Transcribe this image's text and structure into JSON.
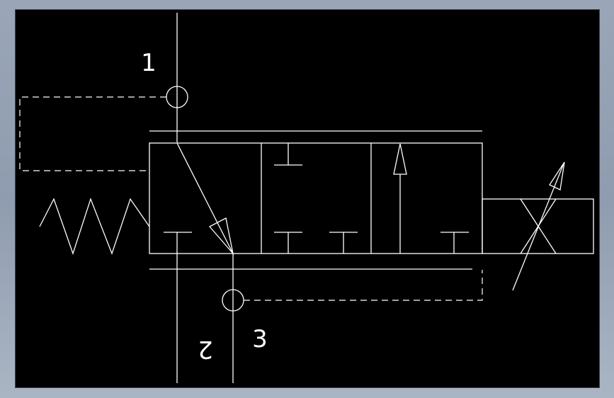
{
  "colors": {
    "background": "#000000",
    "line": "#ffffff",
    "frame": "#95a1b3"
  },
  "ports": [
    {
      "id": "1",
      "label": "1"
    },
    {
      "id": "2",
      "label": "2",
      "mirrored": true
    },
    {
      "id": "3",
      "label": "3"
    }
  ],
  "symbol": {
    "positions": 3,
    "actuation_left": "spring",
    "actuation_right": "solenoid-variable",
    "pilot_lines": "dashed"
  }
}
